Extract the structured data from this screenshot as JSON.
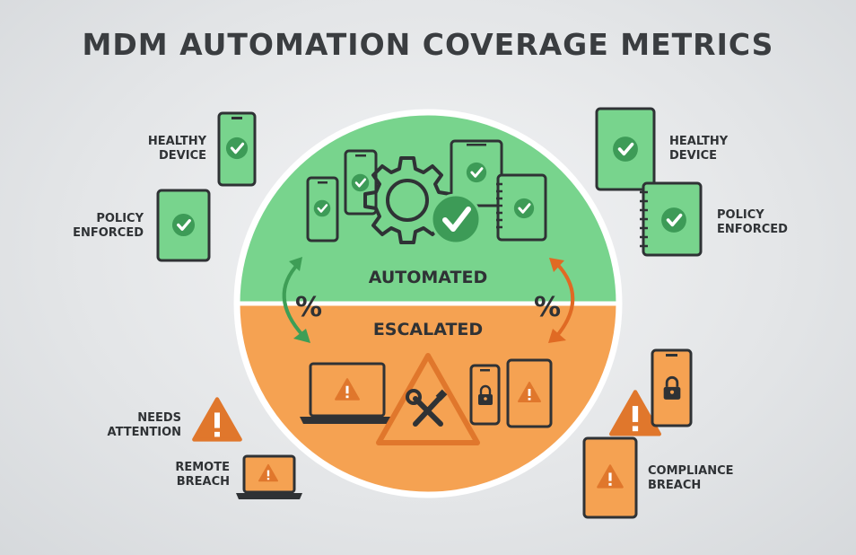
{
  "title": "MDM AUTOMATION COVERAGE METRICS",
  "circle": {
    "top_label": "AUTOMATED",
    "bottom_label": "ESCALATED",
    "left_symbol": "%",
    "right_symbol": "%"
  },
  "callouts": {
    "left_top": {
      "line1": "HEALTHY",
      "line2": "DEVICE"
    },
    "left_mid": {
      "line1": "POLICY",
      "line2": "ENFORCED"
    },
    "left_low": {
      "line1": "NEEDS",
      "line2": "ATTENTION"
    },
    "left_bottom": {
      "line1": "REMOTE",
      "line2": "BREACH"
    },
    "right_top": {
      "line1": "HEALTHY",
      "line2": "DEVICE"
    },
    "right_mid": {
      "line1": "POLICY",
      "line2": "ENFORCED"
    },
    "right_bottom": {
      "line1": "COMPLIANCE",
      "line2": "BREACH"
    }
  },
  "colors": {
    "green": "#78d48d",
    "orange": "#f5a252",
    "dark": "#2f3235",
    "check_green": "#3d9b57",
    "warn_orange": "#e0772c",
    "arrow_green": "#3e9e56",
    "arrow_orange": "#e06a24"
  },
  "icons": [
    "checkmark-icon",
    "gear-icon",
    "warning-icon",
    "wrench-screwdriver-icon",
    "padlock-icon",
    "cycle-arrow-icon"
  ]
}
